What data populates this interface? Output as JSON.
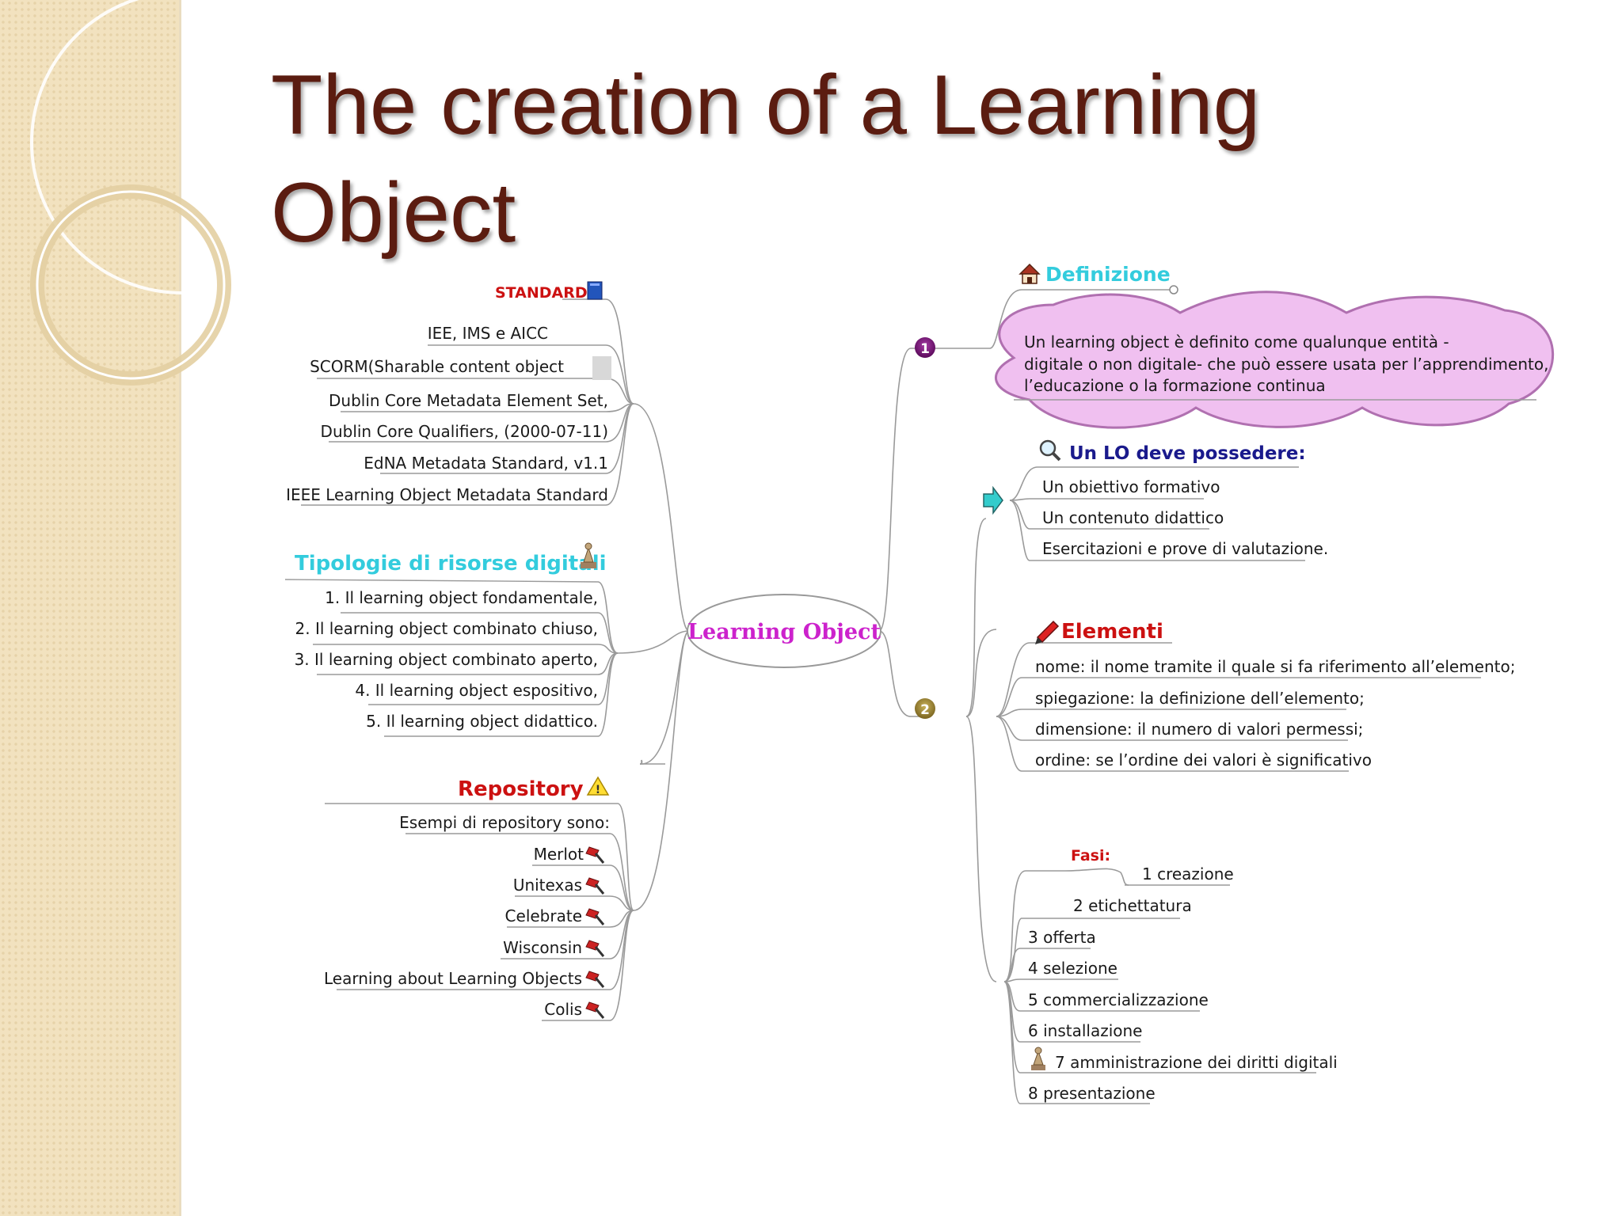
{
  "title": "The creation of a Learning Object",
  "center": "Learning Object",
  "standard": {
    "heading": "STANDARD",
    "items": [
      "IEE, IMS e AICC",
      "SCORM(Sharable content object",
      "Dublin Core Metadata Element Set,",
      "Dublin Core Qualifiers, (2000-07-11)",
      "EdNA Metadata Standard, v1.1",
      "IEEE Learning Object Metadata Standard"
    ]
  },
  "tipologie": {
    "heading": "Tipologie di risorse digitali",
    "items": [
      "1. Il learning object fondamentale,",
      "2. Il learning object combinato chiuso,",
      "3. Il learning object combinato aperto,",
      "4. Il learning object espositivo,",
      "5. Il learning object didattico."
    ]
  },
  "repository": {
    "heading": "Repository",
    "intro": "Esempi di repository sono:",
    "items": [
      "Merlot",
      "Unitexas",
      "Celebrate",
      "Wisconsin",
      "Learning about Learning Objects",
      "Colis"
    ]
  },
  "badges": {
    "one": "1",
    "two": "2"
  },
  "definizione": {
    "heading": "Definizione",
    "lines": [
      "Un learning object è definito come qualunque entità -",
      "digitale o non digitale- che può essere usata per l’apprendimento,",
      "l’educazione o la formazione continua"
    ]
  },
  "possedere": {
    "heading": "Un LO deve possedere:",
    "items": [
      "Un obiettivo formativo",
      "Un contenuto didattico",
      "Esercitazioni e prove di valutazione."
    ]
  },
  "elementi": {
    "heading": "Elementi",
    "items": [
      "nome: il nome tramite il quale si fa riferimento all’elemento;",
      "spiegazione: la definizione dell’elemento;",
      "dimensione: il numero di valori permessi;",
      "ordine: se l’ordine dei valori è significativo"
    ]
  },
  "fasi": {
    "heading": "Fasi:",
    "items": [
      "1 creazione",
      "2 etichettatura",
      "3 offerta",
      "4 selezione",
      "5 commercializzazione",
      "6 installazione",
      "7 amministrazione dei diritti digitali",
      "8 presentazione"
    ]
  },
  "colors": {
    "title": "#5b1c10",
    "center_text": "#cc22cc",
    "red_heading": "#cc1111",
    "cyan_heading": "#33ccdd",
    "navy_heading": "#1a1a8c",
    "cloud_fill": "#f0c0f0",
    "branch_line": "#9a9a9a"
  },
  "icons": [
    "book-icon",
    "statue-icon",
    "warning-icon",
    "home-icon",
    "magnifier-icon",
    "arrow-right-icon",
    "pen-icon",
    "hammer-icon"
  ]
}
